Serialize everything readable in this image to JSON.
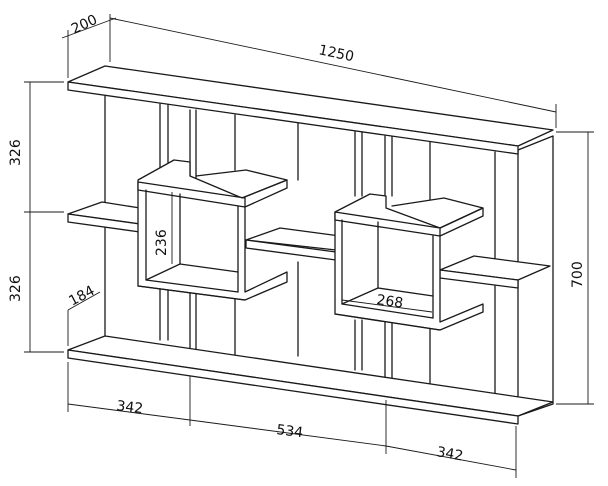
{
  "dimensions": {
    "depth": "200",
    "total_width": "1250",
    "total_height": "700",
    "upper_height": "326",
    "lower_height": "326",
    "cube_height": "236",
    "cube_width": "268",
    "inner_depth": "184",
    "left_width": "342",
    "middle_width": "534",
    "right_width": "342"
  },
  "colors": {
    "line": "#1a1a1a",
    "background": "#ffffff"
  }
}
